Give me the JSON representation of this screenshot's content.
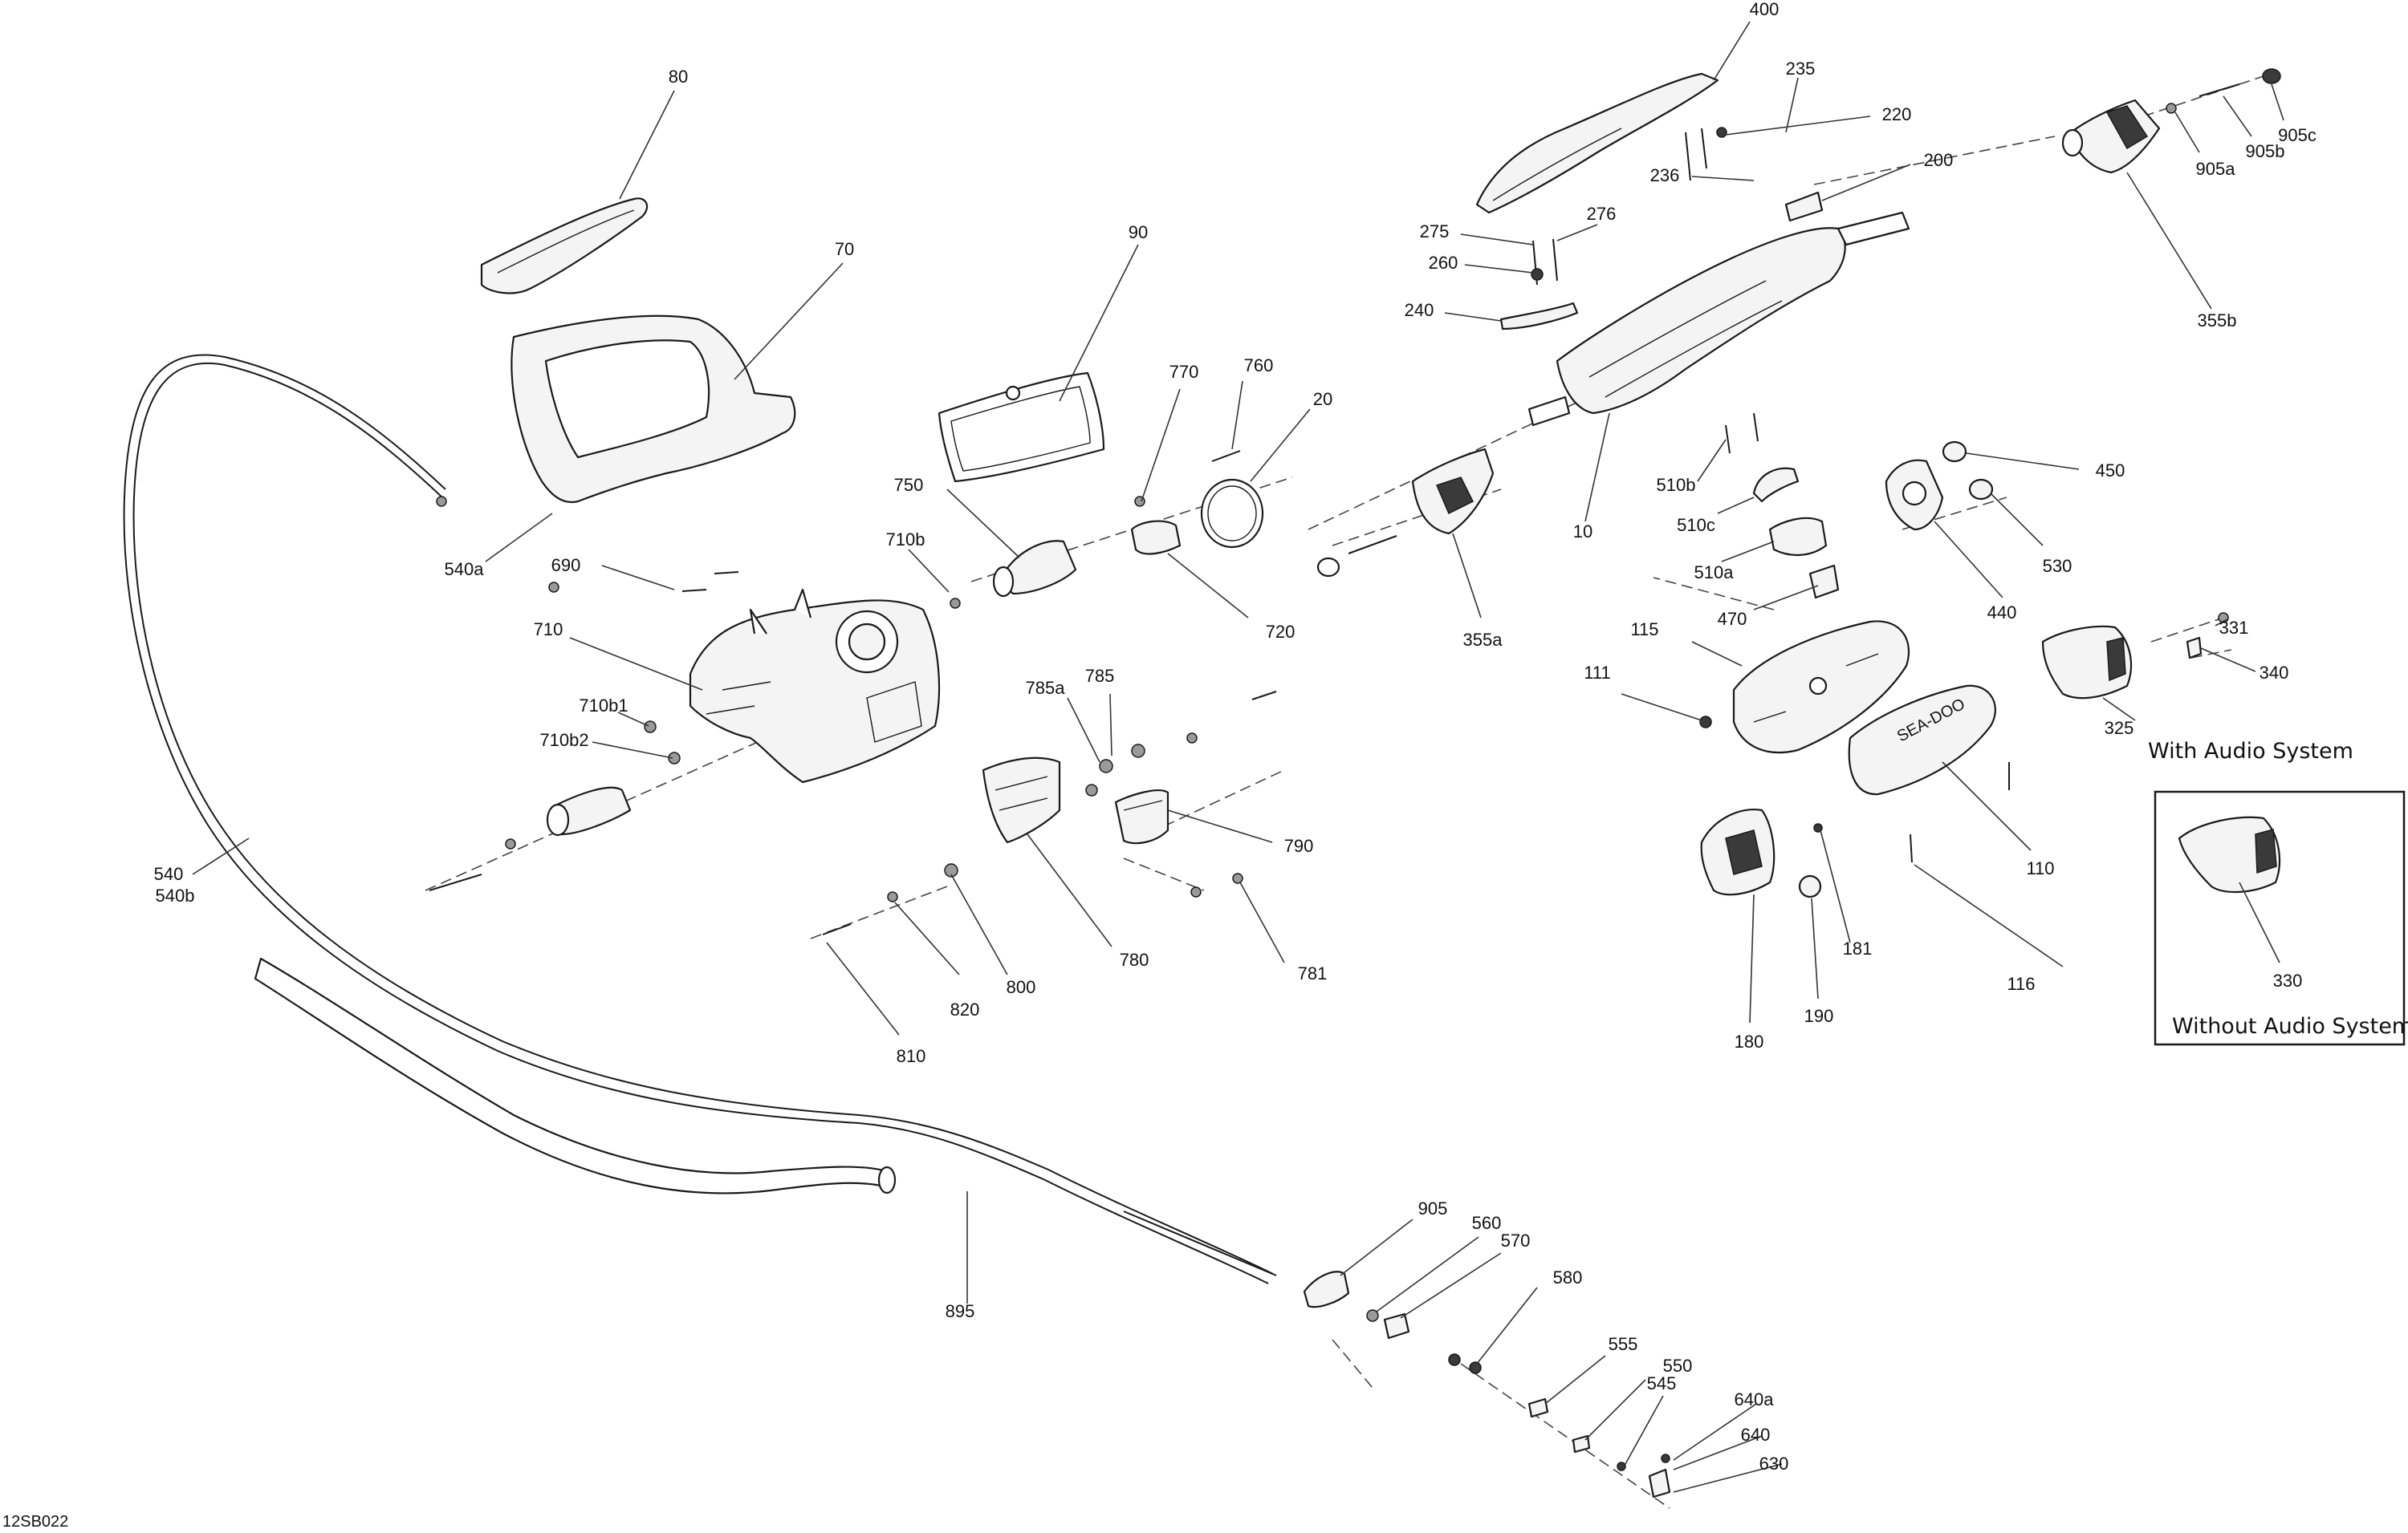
{
  "diagram_code": "12SB022",
  "captions": {
    "with_audio": "With Audio System",
    "without_audio": "Without Audio System"
  },
  "labels": {
    "p80": "80",
    "p70": "70",
    "p90": "90",
    "p770": "770",
    "p760": "760",
    "p20": "20",
    "p750": "750",
    "p710b": "710b",
    "p720": "720",
    "p690": "690",
    "p710": "710",
    "p710b1": "710b1",
    "p710b2": "710b2",
    "p540a": "540a",
    "p540": "540",
    "p540b": "540b",
    "p785a": "785a",
    "p785": "785",
    "p790": "790",
    "p780": "780",
    "p781": "781",
    "p800": "800",
    "p820": "820",
    "p810": "810",
    "p895": "895",
    "p400": "400",
    "p235": "235",
    "p220": "220",
    "p236": "236",
    "p200": "200",
    "p275": "275",
    "p276": "276",
    "p260": "260",
    "p240": "240",
    "p10": "10",
    "p905c": "905c",
    "p905b": "905b",
    "p905a": "905a",
    "p355b": "355b",
    "p355a": "355a",
    "p510b": "510b",
    "p510c": "510c",
    "p510a": "510a",
    "p470": "470",
    "p450": "450",
    "p530": "530",
    "p440": "440",
    "p115": "115",
    "p111": "111",
    "p331": "331",
    "p340": "340",
    "p325": "325",
    "p110": "110",
    "p116": "116",
    "p181": "181",
    "p180": "180",
    "p190": "190",
    "p330": "330",
    "p905": "905",
    "p560": "560",
    "p570": "570",
    "p580": "580",
    "p555": "555",
    "p550": "550",
    "p545": "545",
    "p640a": "640a",
    "p640": "640",
    "p630": "630"
  }
}
